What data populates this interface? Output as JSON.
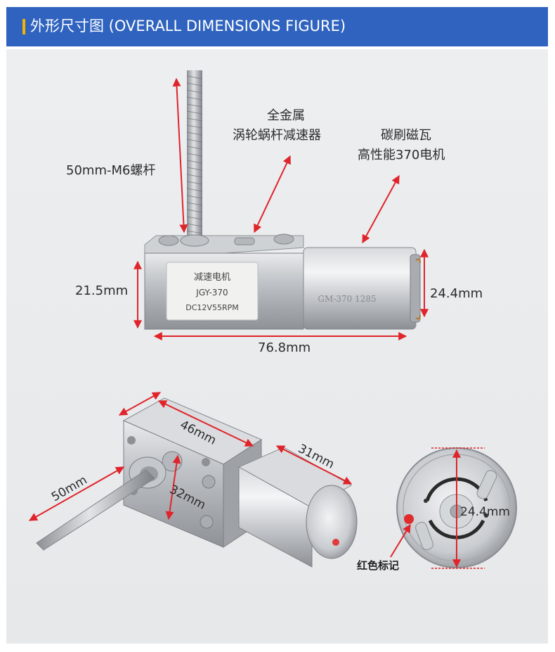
{
  "header": {
    "title": "外形尺寸图 (OVERALL DIMENSIONS FIGURE)",
    "accent_color": "#f5b400",
    "background_color": "#2f63bf"
  },
  "labels": {
    "screw": "50mm-M6螺杆",
    "gearbox_line1": "全金属",
    "gearbox_line2": "涡轮蜗杆减速器",
    "motor_line1": "碳刷磁瓦",
    "motor_line2": "高性能370电机",
    "height": "21.5mm",
    "motor_dia": "24.4mm",
    "length": "76.8mm",
    "box_len": "46mm",
    "motor_len": "31mm",
    "shaft_len": "50mm",
    "box_width": "32mm",
    "end_dia": "24.4mm",
    "red_mark": "红色标记"
  },
  "product_label": {
    "line1": "减速电机",
    "line2": "JGY-370",
    "line3": "DC12V55RPM",
    "motor_print": "GM-370 1285"
  },
  "colors": {
    "arrow": "#e0242b",
    "metal": "#b9bcc0"
  }
}
